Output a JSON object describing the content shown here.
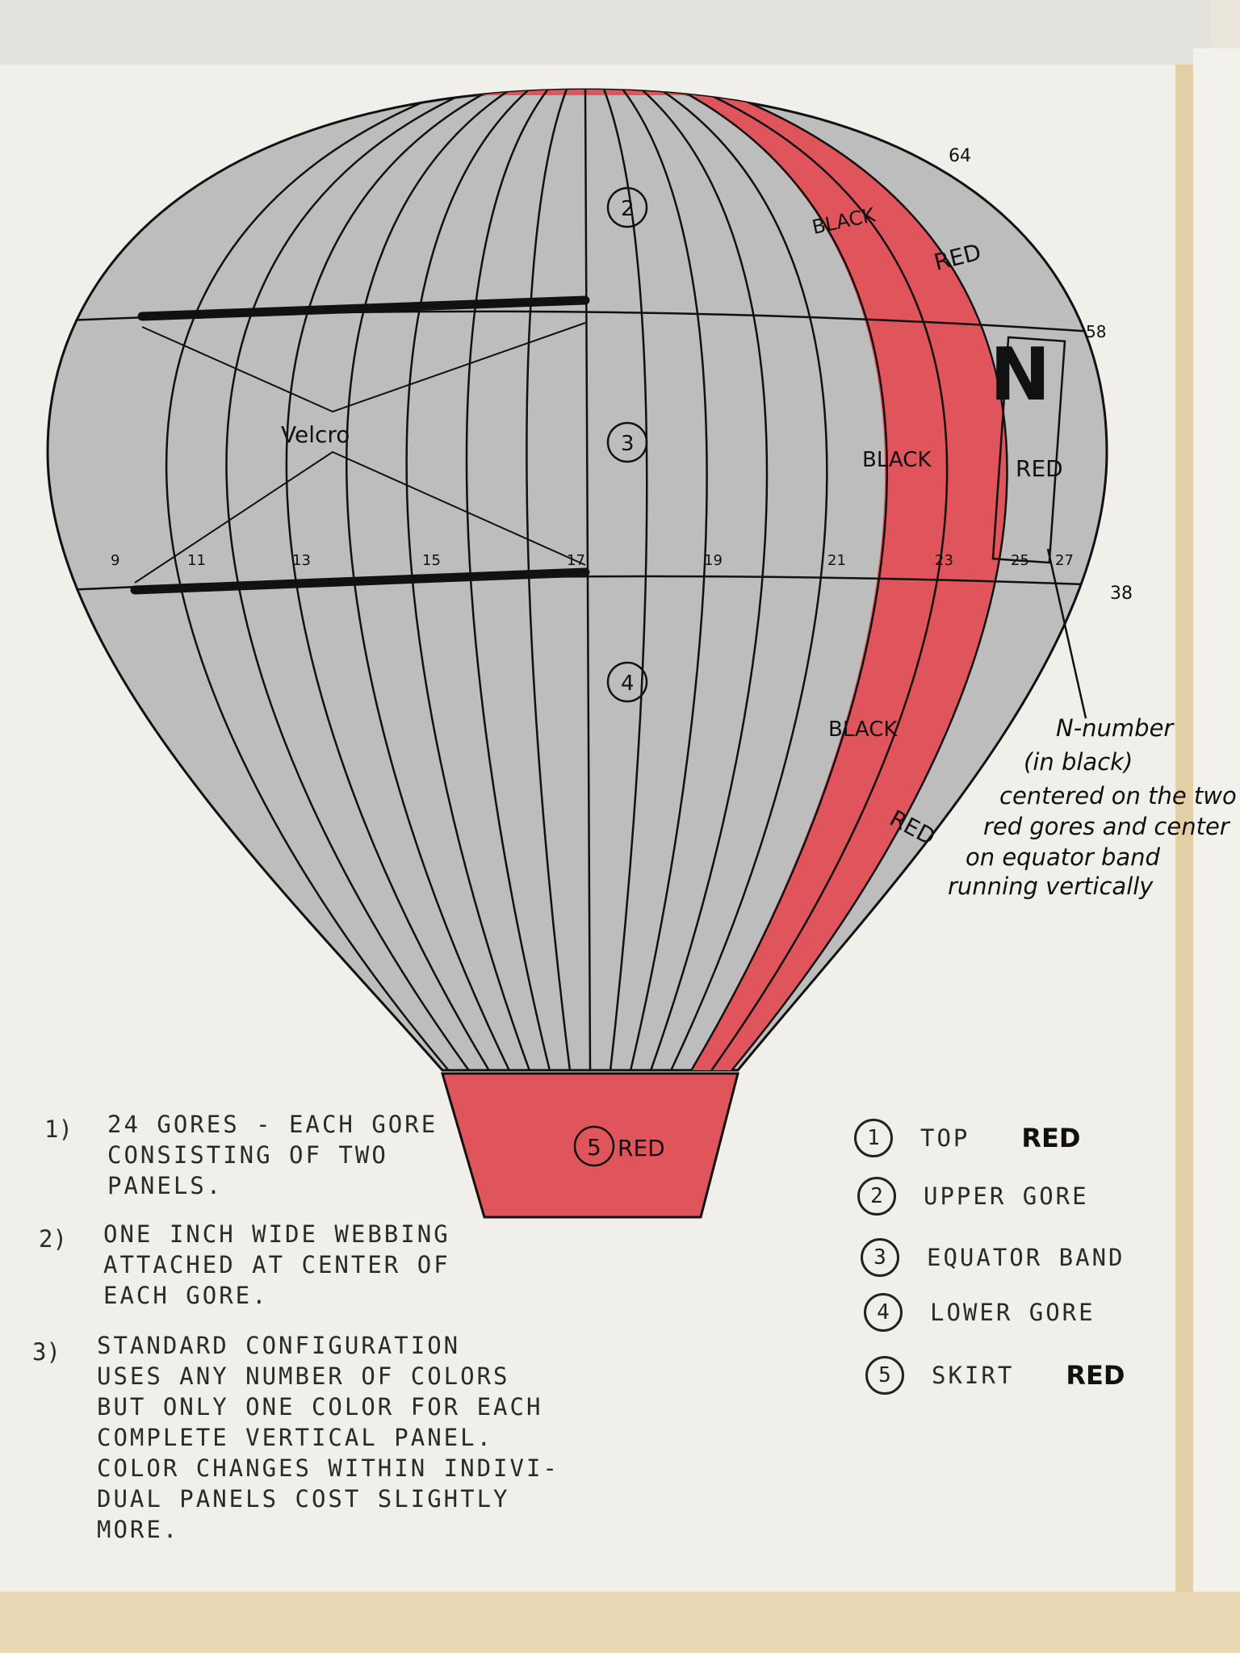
{
  "colors": {
    "red": "#e0545b",
    "gray": "#b9b9b9",
    "ink": "#111111"
  },
  "balloon": {
    "gore_labels": [
      "2",
      "3",
      "4"
    ],
    "color_labels": {
      "black_upper": "BLACK",
      "black_mid": "BLACK",
      "black_lower": "BLACK",
      "red_upper": "RED",
      "red_box": "RED",
      "red_lower": "RED"
    },
    "n_letter": "N",
    "velcro": "Velcro",
    "equator_numbers": [
      "9",
      "11",
      "13",
      "15",
      "17",
      "19",
      "21",
      "23",
      "25",
      "27"
    ],
    "side_numbers": [
      "64",
      "58",
      "38"
    ],
    "skirt_number": "5",
    "skirt_label": "RED"
  },
  "annotation": {
    "lines": [
      "N-number",
      "(in black)",
      "centered on the two",
      "red gores and center",
      "on equator band",
      "running vertically"
    ]
  },
  "notes": [
    {
      "num": "1)",
      "text": "24 GORES - EACH GORE\nCONSISTING OF TWO\nPANELS."
    },
    {
      "num": "2)",
      "text": "ONE INCH WIDE WEBBING\nATTACHED AT CENTER OF\nEACH GORE."
    },
    {
      "num": "3)",
      "text": "STANDARD CONFIGURATION\nUSES ANY NUMBER OF COLORS\nBUT ONLY ONE COLOR FOR EACH\nCOMPLETE VERTICAL PANEL.\nCOLOR CHANGES WITHIN INDIVI-\nDUAL PANELS COST SLIGHTLY\nMORE."
    }
  ],
  "legend": [
    {
      "num": "1",
      "label": "TOP",
      "color": "RED"
    },
    {
      "num": "2",
      "label": "UPPER GORE",
      "color": ""
    },
    {
      "num": "3",
      "label": "EQUATOR BAND",
      "color": ""
    },
    {
      "num": "4",
      "label": "LOWER GORE",
      "color": ""
    },
    {
      "num": "5",
      "label": "SKIRT",
      "color": "RED"
    }
  ]
}
